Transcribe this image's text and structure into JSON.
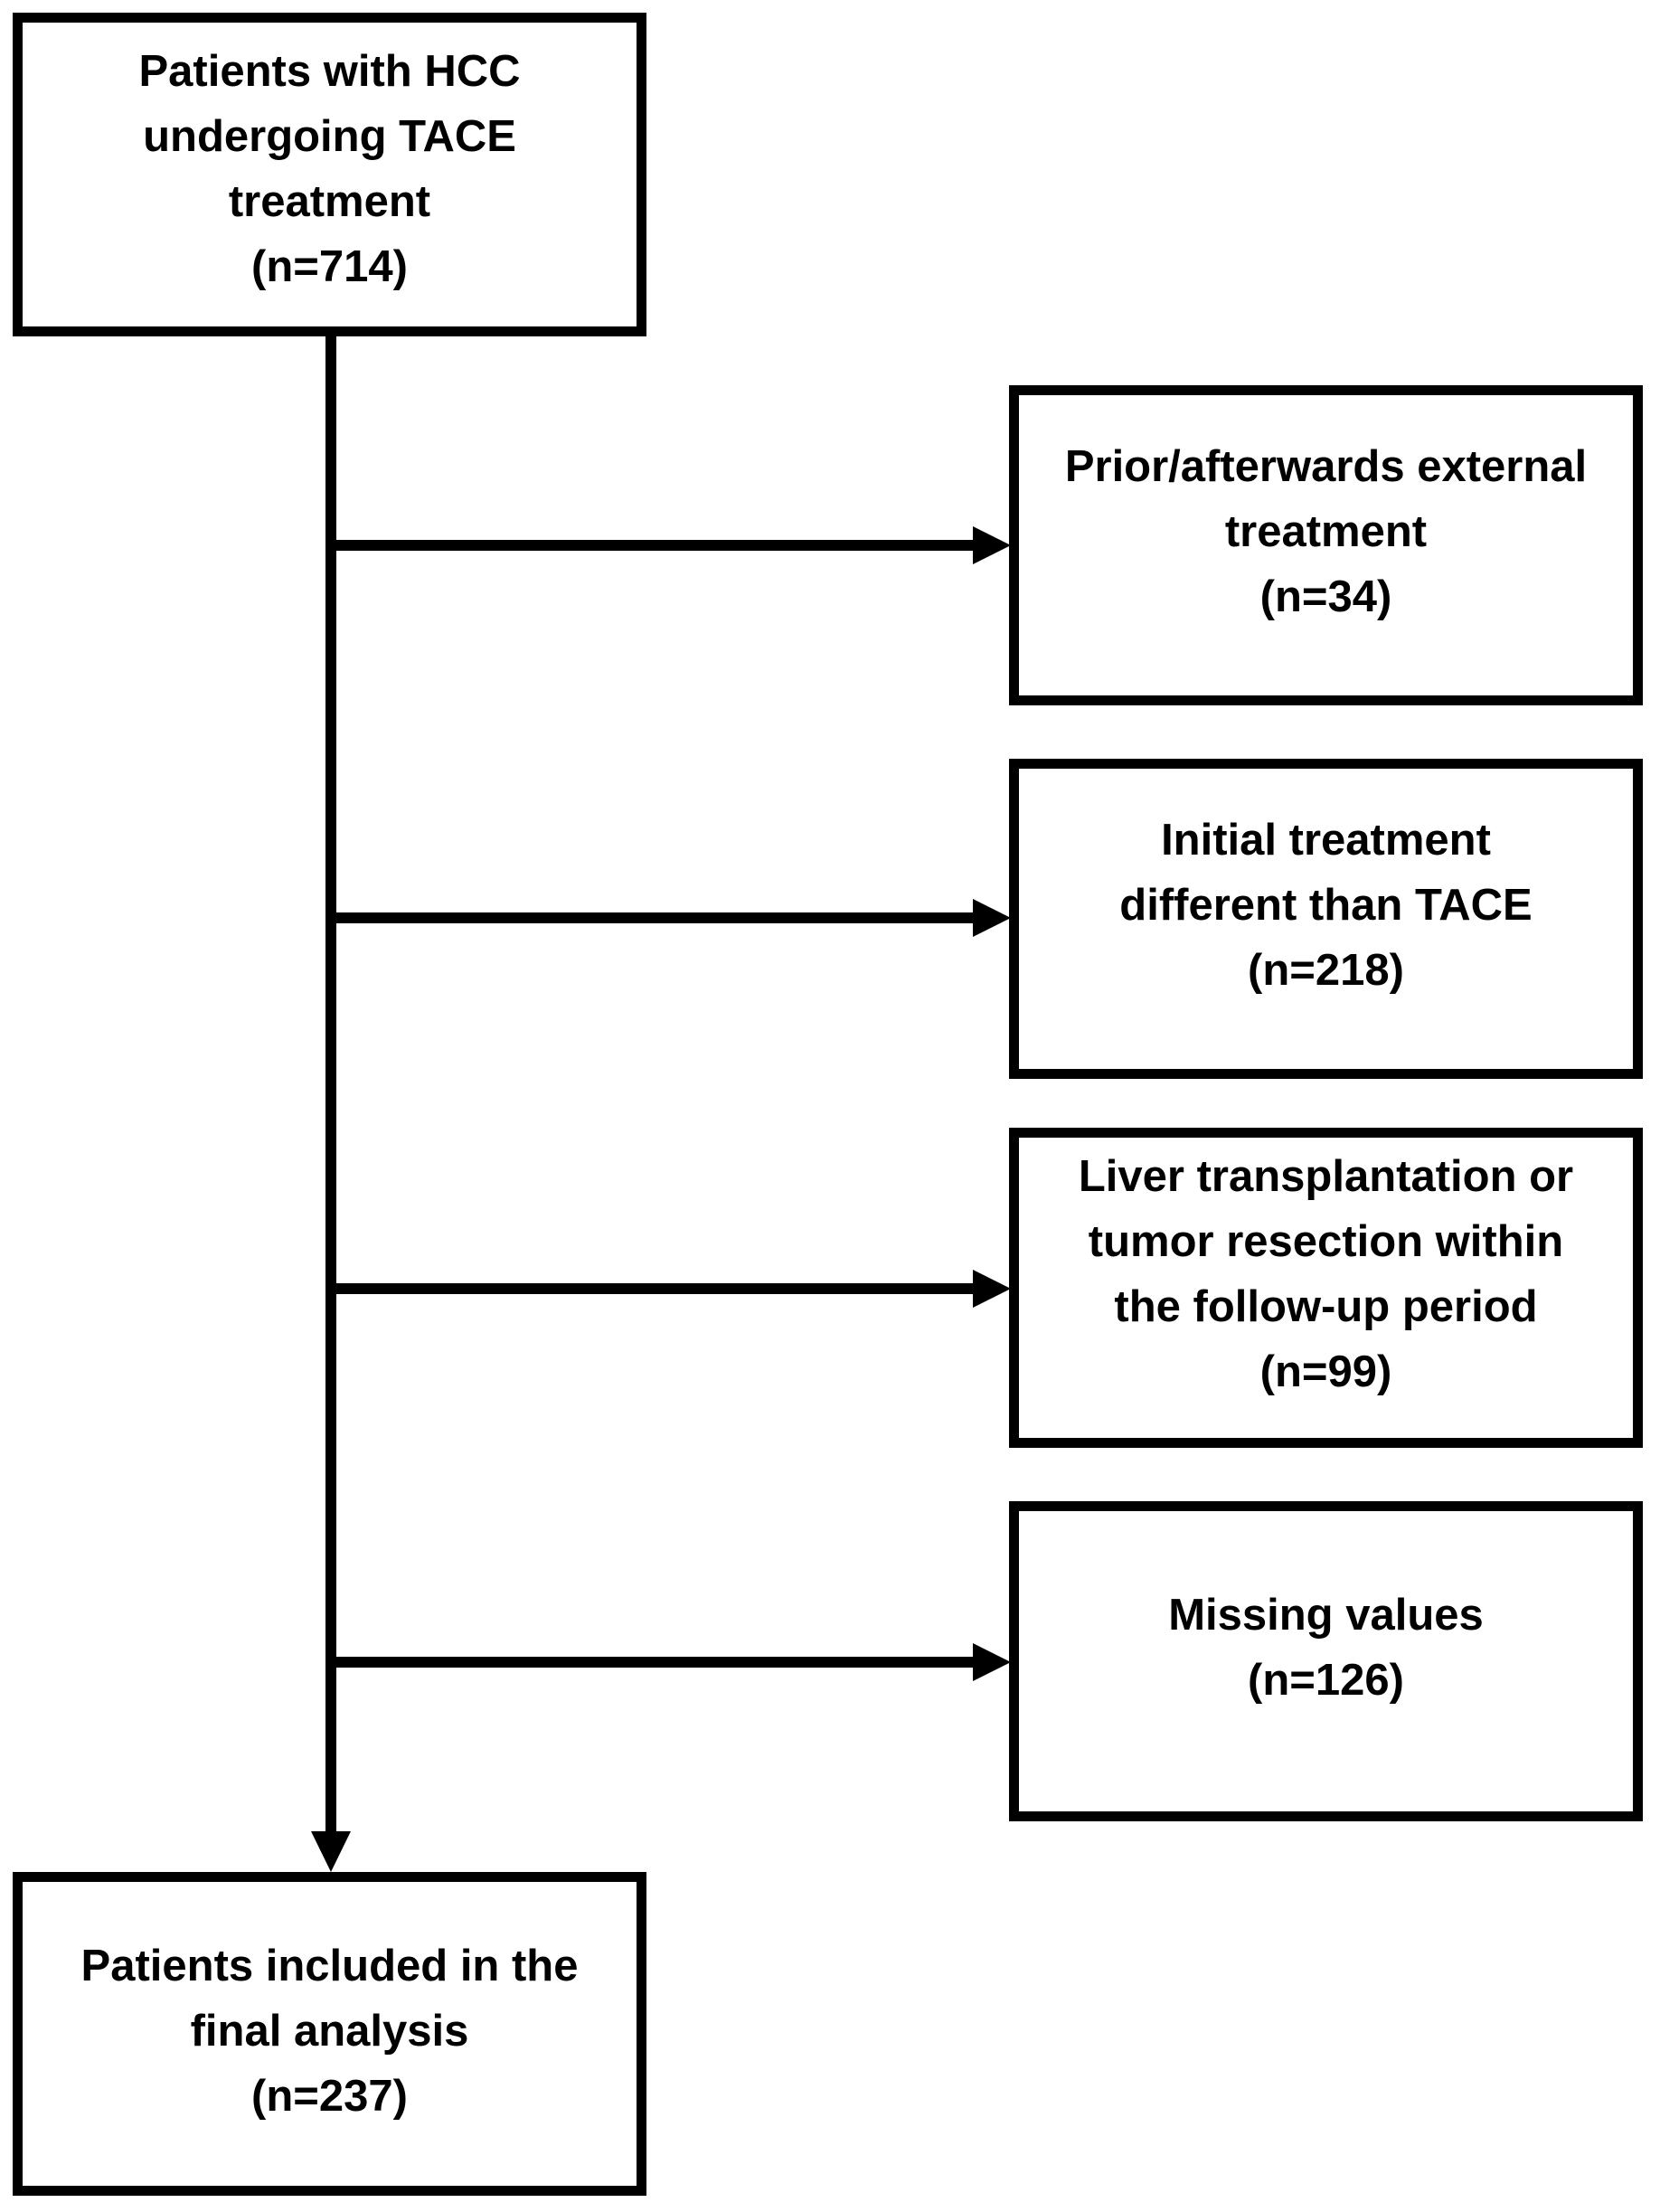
{
  "top_box": {
    "lines": [
      "Patients with HCC",
      "undergoing TACE",
      "treatment",
      "(n=714)"
    ]
  },
  "exclusions": [
    {
      "lines": [
        "Prior/afterwards external",
        "treatment",
        "(n=34)"
      ]
    },
    {
      "lines": [
        "Initial treatment",
        "different than TACE",
        "(n=218)"
      ]
    },
    {
      "lines": [
        "Liver transplantation or",
        "tumor resection within",
        "the follow-up period",
        "(n=99)"
      ]
    },
    {
      "lines": [
        "Missing values",
        "(n=126)"
      ]
    }
  ],
  "bottom_box": {
    "lines": [
      "Patients included in the",
      "final analysis",
      "(n=237)"
    ]
  },
  "colors": {
    "stroke": "#000000",
    "fill": "#ffffff"
  }
}
